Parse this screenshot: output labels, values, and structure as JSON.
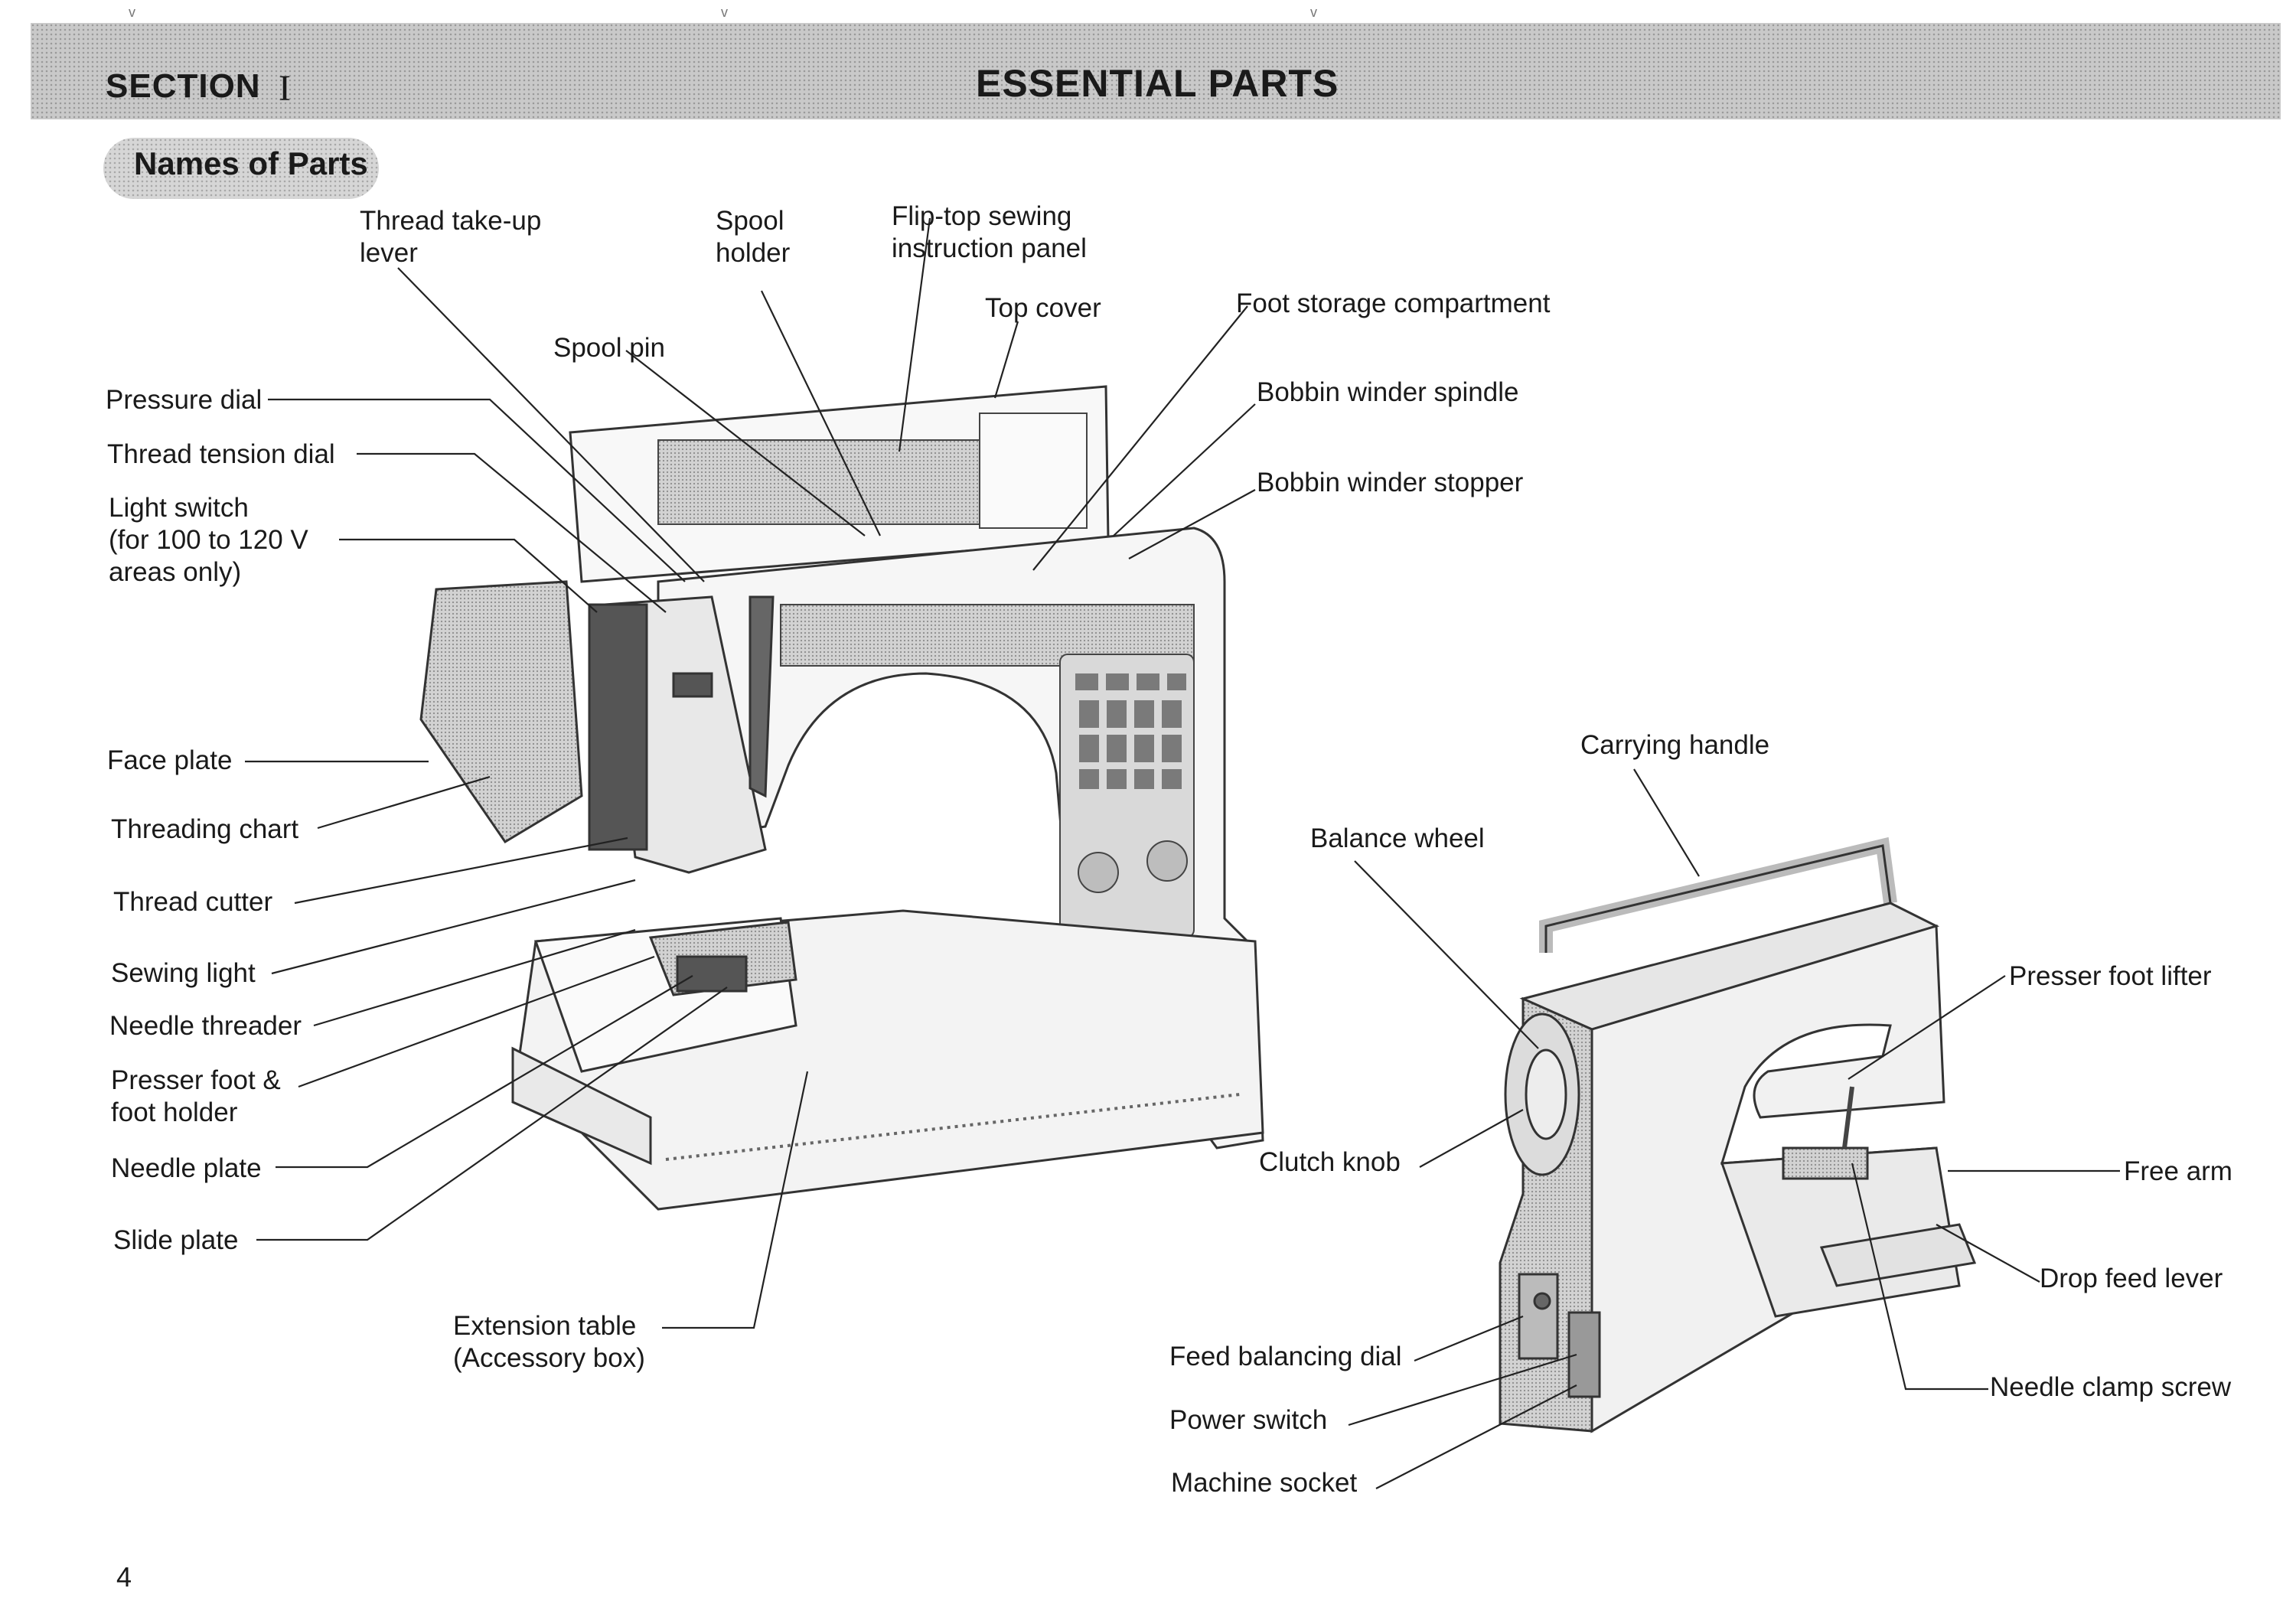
{
  "header": {
    "section_label": "SECTION",
    "section_number": "I",
    "title": "ESSENTIAL PARTS"
  },
  "subheading": "Names of Parts",
  "labels": {
    "thread_take_up_lever": [
      "Thread take-up",
      "lever"
    ],
    "spool_holder": [
      "Spool",
      "holder"
    ],
    "flip_top_panel": [
      "Flip-top sewing",
      "instruction panel"
    ],
    "top_cover": "Top cover",
    "foot_storage": "Foot storage compartment",
    "spool_pin": "Spool pin",
    "pressure_dial": "Pressure dial",
    "bobbin_winder_spindle": "Bobbin winder spindle",
    "thread_tension_dial": "Thread tension dial",
    "bobbin_winder_stopper": "Bobbin winder stopper",
    "light_switch": [
      "Light switch",
      "(for 100 to 120 V",
      "areas only)"
    ],
    "face_plate": "Face plate",
    "threading_chart": "Threading chart",
    "thread_cutter": "Thread cutter",
    "sewing_light": "Sewing light",
    "needle_threader": "Needle threader",
    "presser_foot": [
      "Presser foot &",
      "foot holder"
    ],
    "needle_plate": "Needle plate",
    "slide_plate": "Slide plate",
    "extension_table": [
      "Extension table",
      "(Accessory box)"
    ],
    "carrying_handle": "Carrying handle",
    "balance_wheel": "Balance wheel",
    "presser_foot_lifter": "Presser foot lifter",
    "clutch_knob": "Clutch knob",
    "free_arm": "Free arm",
    "drop_feed_lever": "Drop feed lever",
    "feed_balancing_dial": "Feed balancing dial",
    "needle_clamp_screw": "Needle clamp screw",
    "power_switch": "Power switch",
    "machine_socket": "Machine socket"
  },
  "page_number": "4",
  "colors": {
    "ink": "#1a1a1a",
    "header_tone": "#c9c9c9",
    "machine_body": "#f4f4f4"
  }
}
